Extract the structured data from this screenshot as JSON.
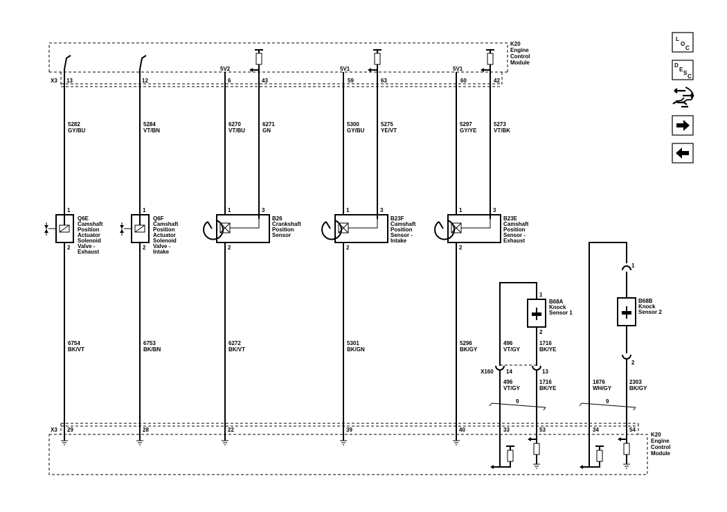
{
  "module_top": {
    "id": "K20",
    "l1": "Engine",
    "l2": "Control",
    "l3": "Module"
  },
  "module_bottom": {
    "id": "K20",
    "l1": "Engine",
    "l2": "Control",
    "l3": "Module"
  },
  "connector_top": "X3",
  "connector_bottom": "X3",
  "connector_mid": "X160",
  "pins_top": [
    "13",
    "12",
    "6",
    "43",
    "59",
    "63",
    "60",
    "42"
  ],
  "pins_bottom": [
    "29",
    "28",
    "22",
    "39",
    "40",
    "33",
    "53",
    "34",
    "54"
  ],
  "supply": [
    "5V2",
    "5V1",
    "5V1"
  ],
  "wires_upper": [
    {
      "num": "5282",
      "color": "GY/BU"
    },
    {
      "num": "5284",
      "color": "VT/BN"
    },
    {
      "num": "6270",
      "color": "VT/BU"
    },
    {
      "num": "6271",
      "color": "GN"
    },
    {
      "num": "5300",
      "color": "GY/BU"
    },
    {
      "num": "5275",
      "color": "YE/VT"
    },
    {
      "num": "5297",
      "color": "GY/YE"
    },
    {
      "num": "5273",
      "color": "VT/BK"
    }
  ],
  "wires_lower": [
    {
      "num": "6754",
      "color": "BK/VT"
    },
    {
      "num": "6753",
      "color": "BK/BN"
    },
    {
      "num": "6272",
      "color": "BK/VT"
    },
    {
      "num": "5301",
      "color": "BK/GN"
    },
    {
      "num": "5296",
      "color": "BK/GY"
    }
  ],
  "knock_wires": [
    {
      "num": "496",
      "color": "VT/GY"
    },
    {
      "num": "1716",
      "color": "BK/YE"
    },
    {
      "num": "496",
      "color": "VT/GY"
    },
    {
      "num": "1716",
      "color": "BK/YE"
    },
    {
      "num": "1876",
      "color": "WH/GY"
    },
    {
      "num": "2303",
      "color": "BK/GY"
    }
  ],
  "components": {
    "q6e": {
      "id": "Q6E",
      "l1": "Camshaft",
      "l2": "Position",
      "l3": "Actuator",
      "l4": "Solenoid",
      "l5": "Valve -",
      "l6": "Exhaust"
    },
    "q6f": {
      "id": "Q6F",
      "l1": "Camshaft",
      "l2": "Position",
      "l3": "Actuator",
      "l4": "Solenoid",
      "l5": "Valve -",
      "l6": "Intake"
    },
    "b26": {
      "id": "B26",
      "l1": "Crankshaft",
      "l2": "Position",
      "l3": "Sensor"
    },
    "b23f": {
      "id": "B23F",
      "l1": "Camshaft",
      "l2": "Position",
      "l3": "Sensor -",
      "l4": "Intake"
    },
    "b23e": {
      "id": "B23E",
      "l1": "Camshaft",
      "l2": "Position",
      "l3": "Sensor -",
      "l4": "Exhaust"
    },
    "b68a": {
      "id": "B68A",
      "l1": "Knock",
      "l2": "Sensor 1"
    },
    "b68b": {
      "id": "B68B",
      "l1": "Knock",
      "l2": "Sensor 2"
    }
  },
  "comp_pins": {
    "one": "1",
    "two": "2",
    "three": "3",
    "x160_a": "14",
    "x160_b": "13"
  },
  "twist": [
    "9",
    "9"
  ],
  "nav": {
    "loc": {
      "a": "L",
      "b": "O",
      "c": "C"
    },
    "desc": {
      "a": "D",
      "b": "E",
      "c": "S",
      "d": "C"
    },
    "icons": [
      "connector-end-view-icon",
      "next-page-arrow-icon",
      "previous-page-arrow-icon"
    ]
  }
}
